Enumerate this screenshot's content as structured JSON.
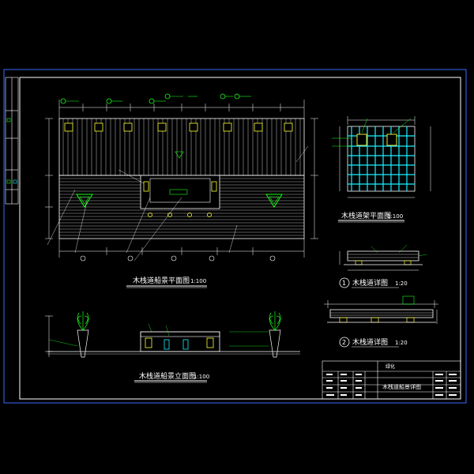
{
  "colors": {
    "background": "#000000",
    "frame": "#3b6cff",
    "line": "#ffffff",
    "green": "#19ff19",
    "cyan": "#19f0ff",
    "yellow": "#ffff33",
    "magenta": "#ff33ff",
    "red": "#ff3333"
  },
  "titles": {
    "plan_main": "木栈道船景平面图",
    "plan_main_scale": "1:100",
    "elevation_main": "木栈道船景立面图",
    "elevation_main_scale": "1:100",
    "deck_plan": "木栈道架平面图",
    "deck_plan_scale": "1:100",
    "detail_1": "木栈道详图",
    "detail_1_scale": "1:20",
    "detail_1_number": "1",
    "detail_2": "木栈道详图",
    "detail_2_scale": "1:20",
    "detail_2_number": "2"
  },
  "title_block": {
    "drawing_name": "木栈道船景详图",
    "top_label": "绿化"
  }
}
